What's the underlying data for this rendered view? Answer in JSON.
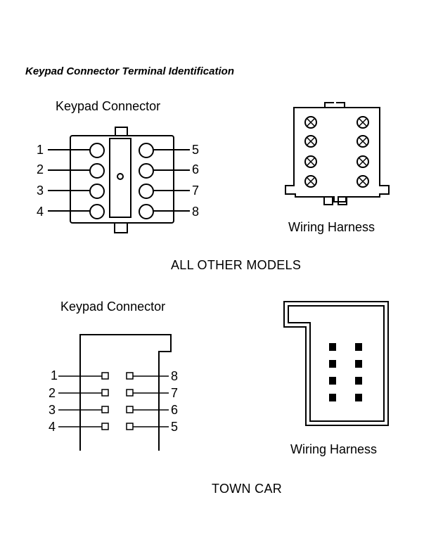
{
  "title": "Keypad Connector Terminal Identification",
  "section_other": {
    "connector_label": "Keypad Connector",
    "harness_label": "Wiring  Harness",
    "model_label": "ALL OTHER MODELS",
    "left_pins": [
      "1",
      "2",
      "3",
      "4"
    ],
    "right_pins": [
      "5",
      "6",
      "7",
      "8"
    ]
  },
  "section_towncar": {
    "connector_label": "Keypad Connector",
    "harness_label": "Wiring  Harness",
    "model_label": "TOWN CAR",
    "left_pins": [
      "1",
      "2",
      "3",
      "4"
    ],
    "right_pins": [
      "8",
      "7",
      "6",
      "5"
    ]
  }
}
